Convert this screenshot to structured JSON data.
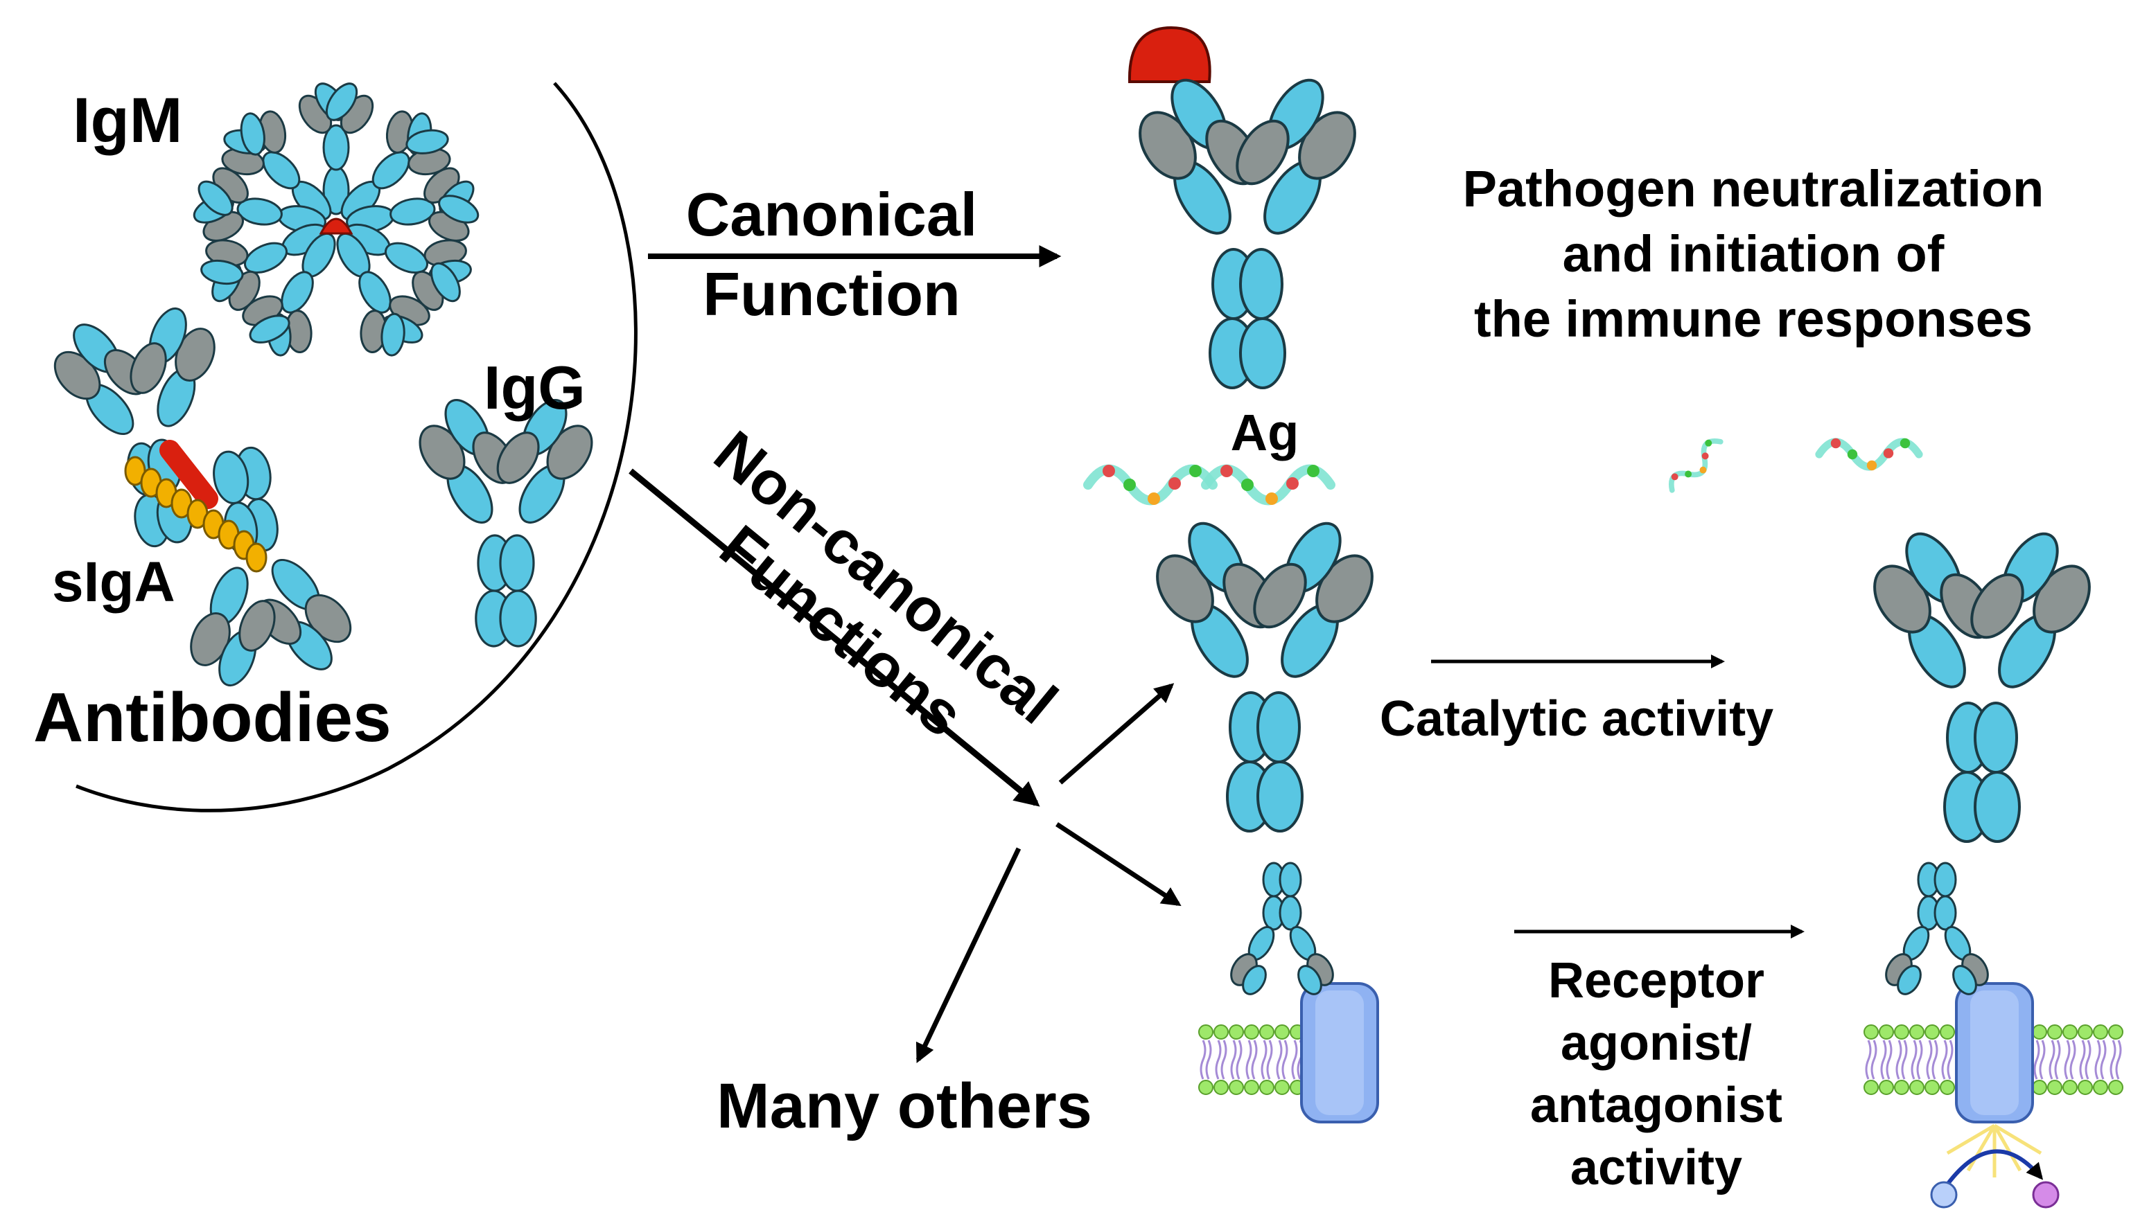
{
  "labels": {
    "igm": "IgM",
    "igg": "IgG",
    "siga": "sIgA",
    "antibodies": "Antibodies",
    "canonical_line1": "Canonical",
    "canonical_line2": "Function",
    "canonical_result_line1": "Pathogen neutralization",
    "canonical_result_line2": "and initiation of",
    "canonical_result_line3": "the immune responses",
    "noncanonical_line1": "Non-canonical",
    "noncanonical_line2": "Functions",
    "ag": "Ag",
    "catalytic": "Catalytic activity",
    "receptor_line1": "Receptor",
    "receptor_line2": "agonist/",
    "receptor_line3": "antagonist",
    "receptor_line4": "activity",
    "many_others": "Many others"
  },
  "colors": {
    "domain_cyan": "#59c6e2",
    "domain_gray": "#8c9493",
    "antigen_red": "#d9200f",
    "siga_orange": "#f2b000",
    "membrane_green": "#9ee86a",
    "membrane_purple": "#a58bd6",
    "receptor_blue": "#8fb2f2"
  },
  "icons": [
    "igm-pentamer-icon",
    "siga-dimer-icon",
    "igg-antibody-icon",
    "antigen-peptide-icon",
    "membrane-receptor-icon",
    "arrow-icon"
  ]
}
